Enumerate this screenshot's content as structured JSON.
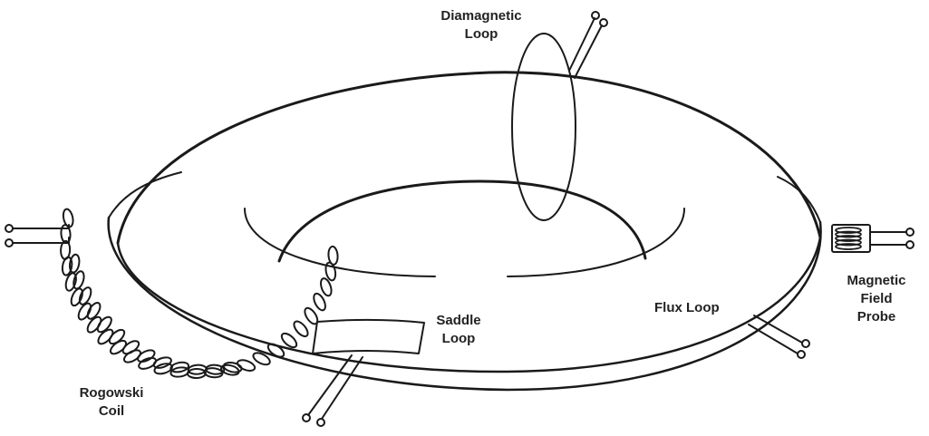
{
  "labels": {
    "diamagnetic_loop": [
      "Diamagnetic",
      "Loop"
    ],
    "rogowski_coil": [
      "Rogowski",
      "Coil"
    ],
    "saddle_loop": [
      "Saddle",
      "Loop"
    ],
    "flux_loop": "Flux Loop",
    "magnetic_field_probe": [
      "Magnetic",
      "Field",
      "Probe"
    ]
  },
  "colors": {
    "ink": "#1a1a1a",
    "text": "#222222",
    "background": "#ffffff"
  }
}
